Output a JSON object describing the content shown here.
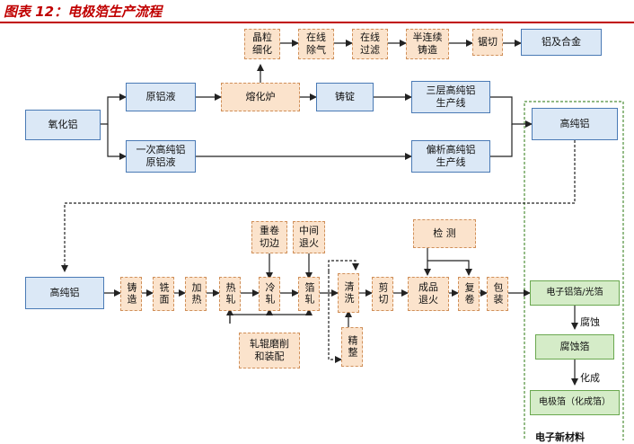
{
  "title": "图表 12：电极箔生产流程",
  "nodes": {
    "alumina": "氧化铝",
    "raw_liquid": "原铝液",
    "primary_liquid": "一次高纯铝\n原铝液",
    "furnace": "熔化炉",
    "ingot": "铸锭",
    "three_layer": "三层高纯铝\n生产线",
    "segregation": "偏析高纯铝\n生产线",
    "high_purity_top": "高纯铝",
    "grain": "晶粒\n细化",
    "degas": "在线\n除气",
    "filter": "在线\n过滤",
    "semi_cast": "半连续\n铸造",
    "saw": "锯切",
    "alloy": "铝及合金",
    "high_purity_left": "高纯铝",
    "casting": "铸造",
    "milling": "铣面",
    "heating": "加热",
    "hot_roll": "热轧",
    "cold_roll": "冷轧",
    "foil_roll": "箔轧",
    "cleaning": "清洗",
    "shear": "剪切",
    "anneal": "成品\n退火",
    "rewind": "复卷",
    "pack": "包装",
    "rewind_trim": "重卷\n切边",
    "mid_anneal": "中间\n退火",
    "roll_grind": "轧辊磨削\n和装配",
    "finishing": "精整",
    "inspection": "检  测",
    "electronic_foil": "电子铝箔/光箔",
    "corrosion_foil": "腐蚀箔",
    "electrode_foil": "电极箔（化成箔）"
  },
  "edge_labels": {
    "corrosion": "腐蚀",
    "formation": "化成"
  },
  "group_label": "电子新材料"
}
